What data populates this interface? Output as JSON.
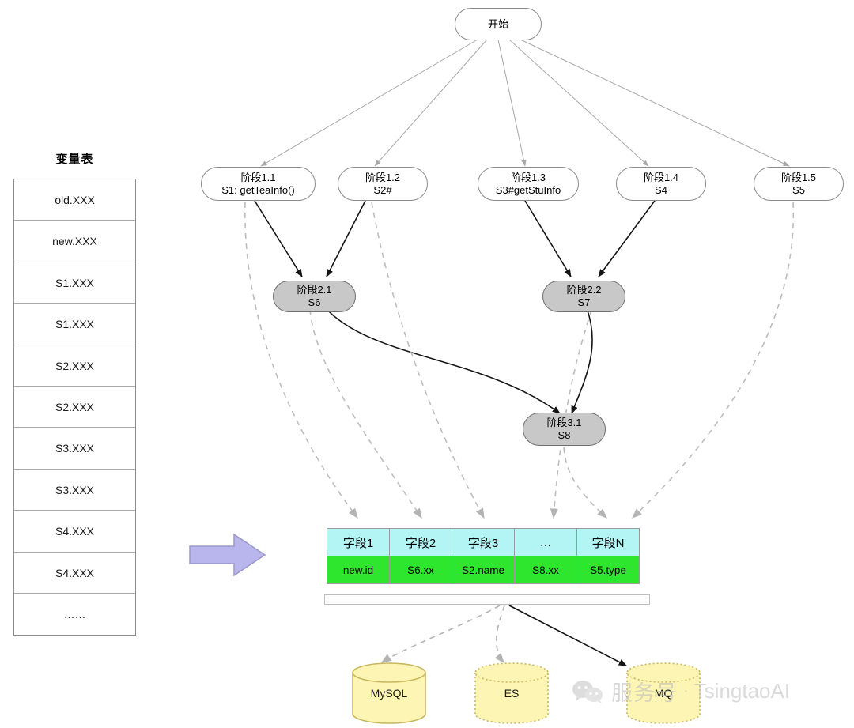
{
  "diagram": {
    "title_variable_table": "变量表",
    "start_node": {
      "label": "开始"
    },
    "stage1": [
      {
        "id": "s1-1",
        "line1": "阶段1.1",
        "line2": "S1: getTeaInfo()"
      },
      {
        "id": "s1-2",
        "line1": "阶段1.2",
        "line2": "S2#"
      },
      {
        "id": "s1-3",
        "line1": "阶段1.3",
        "line2": "S3#getStuInfo"
      },
      {
        "id": "s1-4",
        "line1": "阶段1.4",
        "line2": "S4"
      },
      {
        "id": "s1-5",
        "line1": "阶段1.5",
        "line2": "S5"
      }
    ],
    "stage2": [
      {
        "id": "s2-1",
        "line1": "阶段2.1",
        "line2": "S6"
      },
      {
        "id": "s2-2",
        "line1": "阶段2.2",
        "line2": "S7"
      }
    ],
    "stage3": [
      {
        "id": "s3-1",
        "line1": "阶段3.1",
        "line2": "S8"
      }
    ],
    "variables": [
      "old.XXX",
      "new.XXX",
      "S1.XXX",
      "S1.XXX",
      "S2.XXX",
      "S2.XXX",
      "S3.XXX",
      "S3.XXX",
      "S4.XXX",
      "S4.XXX",
      "……"
    ],
    "field_table": {
      "headers": [
        "字段1",
        "字段2",
        "字段3",
        "…",
        "字段N"
      ],
      "values": [
        "new.id",
        "S6.xx",
        "S2.name",
        "S8.xx",
        "S5.type"
      ],
      "header_color": "#b3f5f5",
      "value_color": "#2ee62e"
    },
    "sinks": [
      {
        "id": "mysql",
        "label": "MySQL",
        "border": "solid"
      },
      {
        "id": "es",
        "label": "ES",
        "border": "dotted"
      },
      {
        "id": "mq",
        "label": "MQ",
        "border": "dotted"
      }
    ],
    "colors": {
      "stage_gray": "#c8c8c8",
      "node_border": "#8a8a8a",
      "cylinder_fill": "#fdf5b3",
      "cylinder_border": "#c8b860",
      "purple_arrow": "#b9b6ee",
      "edge_gray": "#a8a8a8",
      "edge_black": "#1a1a1a"
    }
  },
  "watermark": {
    "text": "服务号",
    "separator": "·",
    "brand": "TsingtaoAI"
  }
}
